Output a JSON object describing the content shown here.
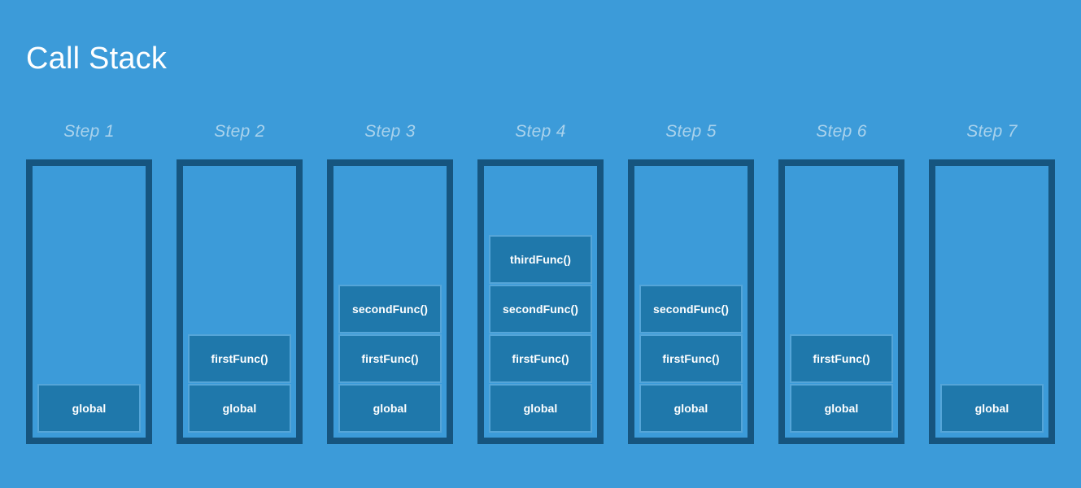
{
  "page": {
    "title": "Call Stack",
    "background_color": "#3c9bd9",
    "frame_border_color": "#16557f",
    "box_fill_color": "#1f78ab",
    "box_border_color": "#55a5d8",
    "title_color": "#ffffff",
    "step_label_color": "#a9d2ec",
    "box_text_color": "#ffffff"
  },
  "diagram_data": {
    "type": "sequence-of-stacks",
    "description": "Seven snapshots of a JavaScript call stack as functions are pushed and popped",
    "frame_labels": [
      "global",
      "firstFunc()",
      "secondFunc()",
      "thirdFunc()"
    ],
    "steps": [
      {
        "label": "Step 1",
        "frames": [
          "global"
        ]
      },
      {
        "label": "Step 2",
        "frames": [
          "firstFunc()",
          "global"
        ]
      },
      {
        "label": "Step 3",
        "frames": [
          "secondFunc()",
          "firstFunc()",
          "global"
        ]
      },
      {
        "label": "Step 4",
        "frames": [
          "thirdFunc()",
          "secondFunc()",
          "firstFunc()",
          "global"
        ]
      },
      {
        "label": "Step 5",
        "frames": [
          "secondFunc()",
          "firstFunc()",
          "global"
        ]
      },
      {
        "label": "Step 6",
        "frames": [
          "firstFunc()",
          "global"
        ]
      },
      {
        "label": "Step 7",
        "frames": [
          "global"
        ]
      }
    ]
  }
}
